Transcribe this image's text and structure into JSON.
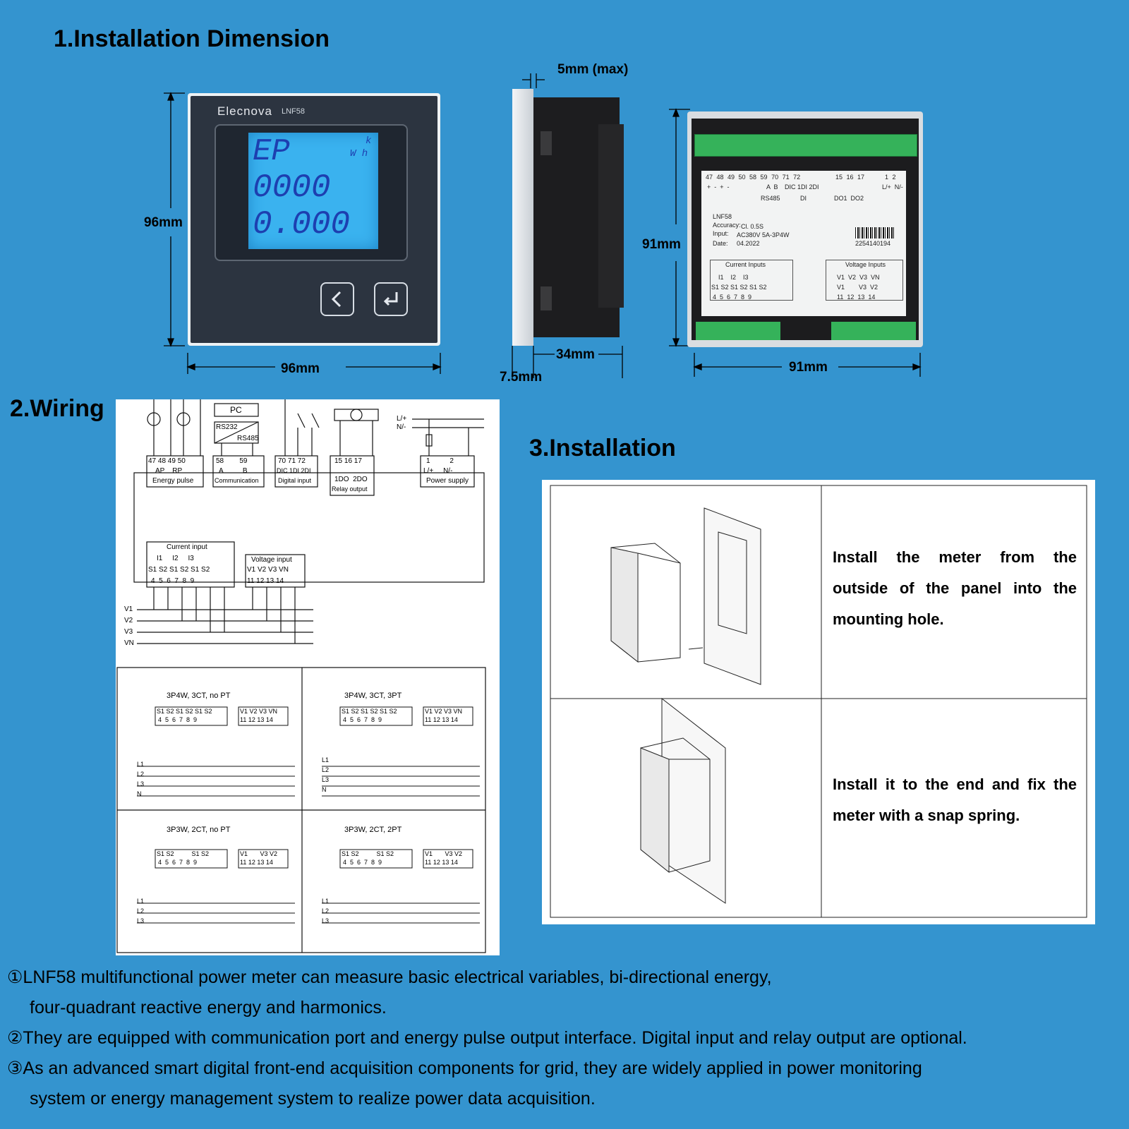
{
  "sections": {
    "dimension_title": "1.Installation Dimension",
    "wiring_title": "2.Wiring",
    "installation_title": "3.Installation"
  },
  "meter_front": {
    "brand": "Elecnova",
    "model": "LNF58",
    "display_line1": "EP",
    "display_unit_top": "k",
    "display_unit_bottom": "W h",
    "display_line2": "0000",
    "display_line3": "0.000",
    "button_left_icon": "chevron-left-icon",
    "button_right_icon": "enter-icon"
  },
  "dimensions": {
    "front_height": "96mm",
    "front_width": "96mm",
    "bezel_max": "5mm (max)",
    "depth": "34mm",
    "bezel_depth": "7.5mm",
    "rear_height": "91mm",
    "rear_width": "91mm"
  },
  "rear_label": {
    "terminals_top": [
      "47",
      "48",
      "49",
      "50",
      "58",
      "59",
      "70",
      "71",
      "72",
      "15",
      "16",
      "17",
      "1",
      "2"
    ],
    "signs": "+  -  +  -",
    "rs485_ab": "A  B",
    "di_labels": "DIC 1DI 2DI",
    "rs485": "RS485",
    "di": "DI",
    "do": "DO1  DO2",
    "power": "L/+  N/-",
    "model": "LNF58",
    "accuracy_label": "Accuracy:",
    "accuracy": "Cl. 0.5S",
    "input_label": "Input:",
    "input": "AC380V 5A-3P4W",
    "date_label": "Date:",
    "date": "04.2022",
    "serial": "2254140194",
    "current_inputs": "Current Inputs",
    "voltage_inputs": "Voltage Inputs",
    "current_cols": "I1    I2    I3",
    "current_s": "S1 S2 S1 S2 S1 S2",
    "current_nums": "4  5  6  7  8  9",
    "voltage_cols": "V1  V2  V3  VN",
    "voltage_cols2": "V1        V3  V2",
    "voltage_nums": "11  12  13  14"
  },
  "wiring": {
    "pc": "PC",
    "rs232": "RS232",
    "rs485": "RS485",
    "power_lines": [
      "L/+",
      "N/-"
    ],
    "blocks": [
      {
        "nums": "47 48 49 50",
        "labels": "AP    RP",
        "title": "Energy pulse"
      },
      {
        "nums": "58        59",
        "labels": "A          B",
        "title": "Communication"
      },
      {
        "nums": "70 71 72",
        "labels": "DIC 1DI 2DI",
        "title": "Digital input"
      },
      {
        "nums": "15 16 17",
        "labels": "1DO  2DO",
        "title": "Relay output"
      },
      {
        "nums": "1          2",
        "labels": "L/+     N/-",
        "title": "Power supply"
      }
    ],
    "current_input": "Current input",
    "current_i": "I1     I2     I3",
    "current_s": "S1 S2 S1 S2 S1 S2",
    "current_n": "4  5  6  7  8  9",
    "voltage_input": "Voltage input",
    "voltage_v": "V1 V2 V3 VN",
    "voltage_n": "11 12 13 14",
    "phase_lines": [
      "V1",
      "V2",
      "V3",
      "VN"
    ],
    "sub": [
      {
        "title": "3P4W, 3CT, no PT",
        "s": "S1 S2 S1 S2 S1 S2",
        "v": "V1 V2 V3 VN",
        "lines": [
          "L1",
          "L2",
          "L3",
          "N"
        ]
      },
      {
        "title": "3P4W, 3CT, 3PT",
        "s": "S1 S2 S1 S2 S1 S2",
        "v": "V1 V2 V3 VN",
        "lines": [
          "L1",
          "L2",
          "L3",
          "N"
        ]
      },
      {
        "title": "3P3W, 2CT, no PT",
        "s": "S1 S2          S1 S2",
        "v": "V1       V3 V2",
        "lines": [
          "L1",
          "L2",
          "L3"
        ]
      },
      {
        "title": "3P3W, 2CT, 2PT",
        "s": "S1 S2          S1 S2",
        "v": "V1       V3 V2",
        "lines": [
          "L1",
          "L2",
          "L3"
        ]
      }
    ],
    "sub_nums": "4  5  6  7  8  9",
    "sub_vnums": "11 12 13 14"
  },
  "installation": {
    "step1": "Install the meter from the outside of the panel into the mounting hole.",
    "step2": "Install it to the end and fix the meter with a snap spring."
  },
  "description": {
    "p1_marker": "①",
    "p1": "LNF58 multifunctional power meter can measure basic electrical variables, bi-directional energy,",
    "p1b": "four-quadrant reactive energy and harmonics.",
    "p2_marker": "②",
    "p2": "They are equipped with communication port and energy pulse output interface. Digital input and relay output are optional.",
    "p3_marker": "③",
    "p3": "As an advanced smart digital front-end acquisition components for grid, they are widely applied in power monitoring",
    "p3b": "system or energy management system to realize power data acquisition."
  }
}
